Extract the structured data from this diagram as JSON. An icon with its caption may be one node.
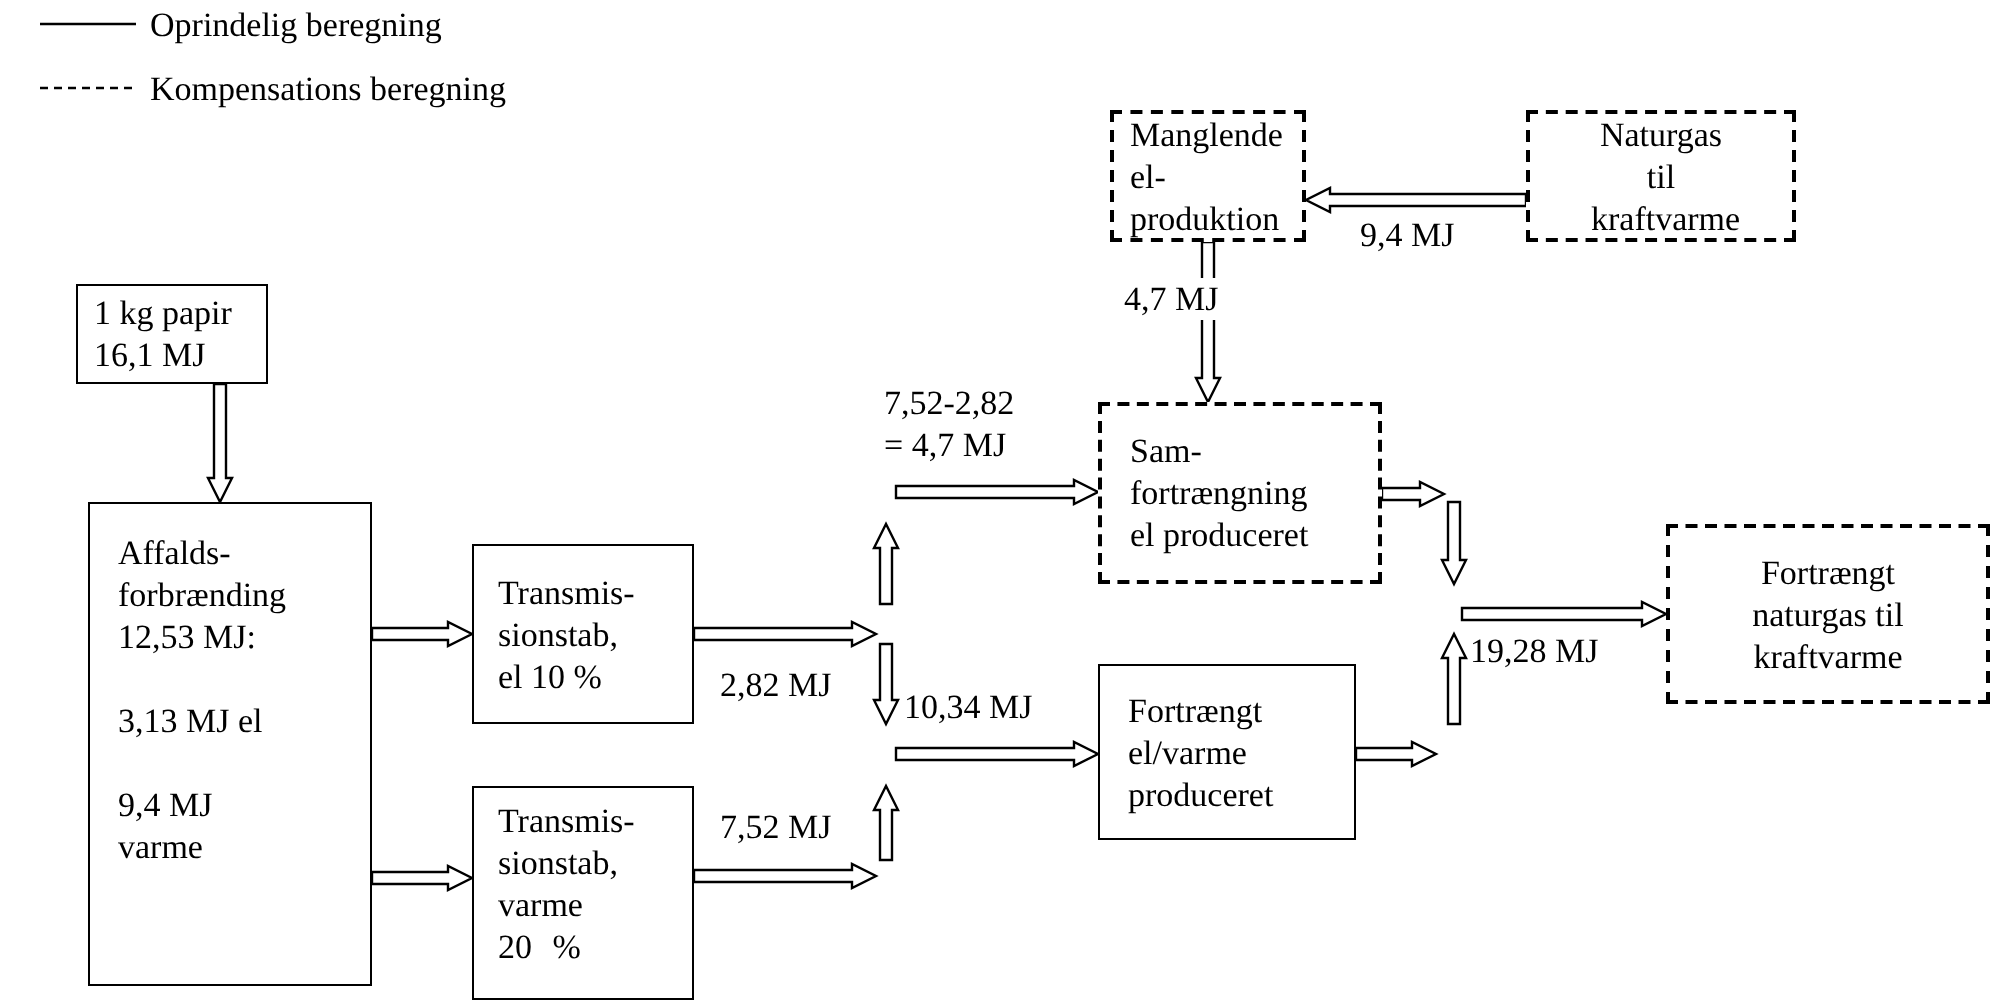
{
  "diagram": {
    "nodes": [
      {
        "text": [
          "1 kg papir 16,1 MJ"
        ]
      },
      {
        "text": [
          "Affalds- forbrænding 12,53 MJ:",
          "3,13 MJ el",
          "9,4 MJ varme"
        ]
      },
      {
        "text": [
          "Transmis- sionstab, el 10 %"
        ]
      },
      {
        "text": [
          "Transmis- sionstab, varme 20 %"
        ]
      },
      {
        "text": [
          "Manglende el- produktion"
        ]
      },
      {
        "text": [
          "Naturgas til kraftvarme"
        ]
      },
      {
        "text": [
          "Sam- fortrængning el produceret"
        ]
      },
      {
        "text": [
          "Fortrængt el/varme produceret"
        ]
      },
      {
        "text": [
          "Fortrængt naturgas til kraftvarme"
        ]
      }
    ],
    "edges": [
      {
        "from": 0,
        "to": 1,
        "arrow": "to"
      },
      {
        "from": 1,
        "to": 2,
        "arrow": "to"
      },
      {
        "from": 1,
        "to": 3,
        "arrow": "to"
      },
      {
        "from": 2,
        "to": null,
        "arrow": "to",
        "label": "2,82 MJ"
      },
      {
        "from": 3,
        "to": null,
        "arrow": "to",
        "label": "7,52 MJ"
      },
      {
        "from": null,
        "to": 6,
        "arrow": "to",
        "label": "7,52-2,82 = 4,7 MJ"
      },
      {
        "from": null,
        "to": 7,
        "arrow": "to",
        "label": "10,34 MJ"
      },
      {
        "from": 5,
        "to": 4,
        "arrow": "to",
        "label": "9,4 MJ"
      },
      {
        "from": 4,
        "to": 6,
        "arrow": "to",
        "label": "4,7 MJ"
      },
      {
        "from": 6,
        "to": null,
        "arrow": "to"
      },
      {
        "from": 7,
        "to": null,
        "arrow": "to"
      },
      {
        "from": null,
        "to": 8,
        "arrow": "to",
        "label": "19,28 MJ"
      }
    ],
    "legend": [
      {
        "text": "Oprindelig beregning"
      },
      {
        "text": "Kompensations beregning"
      }
    ]
  }
}
